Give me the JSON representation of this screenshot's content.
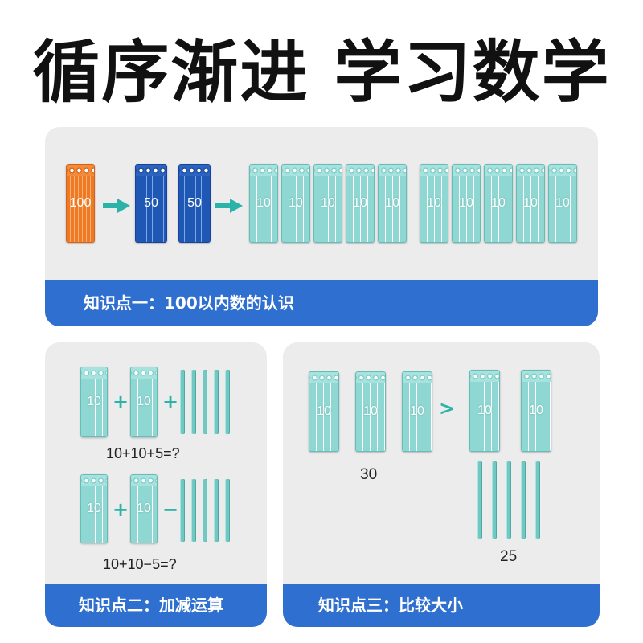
{
  "title": "循序渐进 学习数学",
  "panel1": {
    "orange_label": "100",
    "blue_labels": [
      "50",
      "50"
    ],
    "teal_labels": [
      "10",
      "10",
      "10",
      "10",
      "10",
      "10",
      "10",
      "10",
      "10",
      "10"
    ],
    "caption": "知识点一：100以内数的认识"
  },
  "panel2": {
    "row1": {
      "bundles": [
        "10",
        "10"
      ],
      "op1": "+",
      "op2": "+",
      "equation": "10+10+5=?"
    },
    "row2": {
      "bundles": [
        "10",
        "10"
      ],
      "op1": "+",
      "op2": "−",
      "equation": "10+10−5=?"
    },
    "caption": "知识点二：加减运算"
  },
  "panel3": {
    "left_bundles": [
      "10",
      "10",
      "10"
    ],
    "compare": ">",
    "right_bundles": [
      "10",
      "10"
    ],
    "left_value": "30",
    "right_value": "25",
    "caption": "知识点三：比较大小"
  },
  "colors": {
    "teal": "#8fd7d3",
    "blue": "#1f57b4",
    "orange": "#f07a22",
    "band": "#2f6fcf",
    "panel": "#ececec"
  }
}
